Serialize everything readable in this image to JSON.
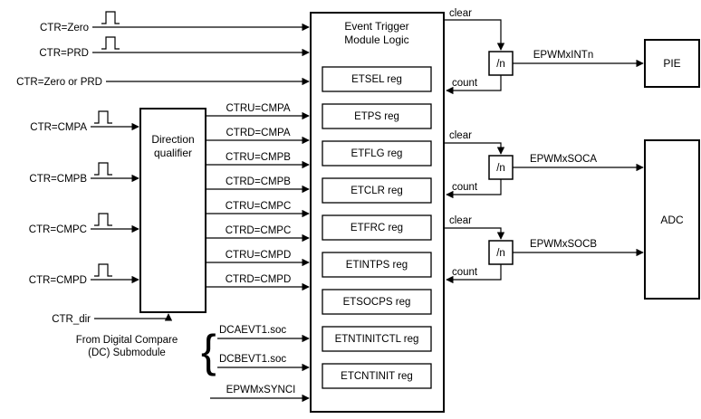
{
  "colors": {
    "stroke": "#000000",
    "background": "#ffffff"
  },
  "top_inputs": [
    "CTR=Zero",
    "CTR=PRD",
    "CTR=Zero or PRD"
  ],
  "direction_qualifier": {
    "title_line1": "Direction",
    "title_line2": "qualifier",
    "inputs": [
      "CTR=CMPA",
      "CTR=CMPB",
      "CTR=CMPC",
      "CTR=CMPD"
    ],
    "ctr_dir_label": "CTR_dir",
    "outputs": [
      "CTRU=CMPA",
      "CTRD=CMPA",
      "CTRU=CMPB",
      "CTRD=CMPB",
      "CTRU=CMPC",
      "CTRD=CMPC",
      "CTRU=CMPD",
      "CTRD=CMPD"
    ]
  },
  "digital_compare": {
    "note_line1": "From Digital Compare",
    "note_line2": "(DC) Submodule",
    "brace": "{",
    "signals": [
      "DCAEVT1.soc",
      "DCBEVT1.soc"
    ]
  },
  "sync_input": "EPWMxSYNCI",
  "module": {
    "title_line1": "Event Trigger",
    "title_line2": "Module Logic",
    "registers": [
      "ETSEL reg",
      "ETPS reg",
      "ETFLG reg",
      "ETCLR reg",
      "ETFRC reg",
      "ETINTPS reg",
      "ETSOCPS reg",
      "ETNTINITCTL reg",
      "ETCNTINIT reg"
    ]
  },
  "dividers": {
    "label": "/n",
    "clear_label": "clear",
    "count_label": "count",
    "outputs": [
      "EPWMxINTn",
      "EPWMxSOCA",
      "EPWMxSOCB"
    ]
  },
  "sinks": {
    "pie": "PIE",
    "adc": "ADC"
  }
}
